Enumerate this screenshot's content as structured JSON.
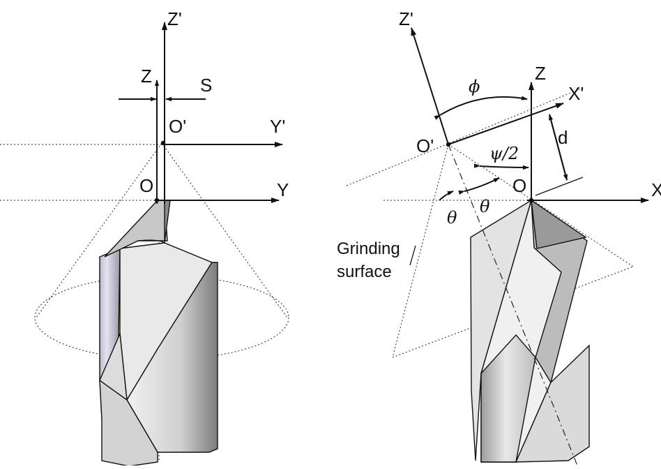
{
  "left_view": {
    "labels": {
      "z_prime": "Z'",
      "z": "Z",
      "s": "S",
      "o_prime": "O'",
      "y_prime": "Y'",
      "o": "O",
      "y": "Y"
    }
  },
  "right_view": {
    "labels": {
      "z_prime": "Z'",
      "phi": "ϕ",
      "z": "Z",
      "x_prime": "X'",
      "o_prime": "O'",
      "psi_half": "ψ/2",
      "d": "d",
      "o": "O",
      "x": "X",
      "theta_1": "θ",
      "theta_2": "θ",
      "grinding_line1": "Grinding",
      "grinding_line2": "surface"
    }
  },
  "colors": {
    "ink": "#111111",
    "drill_light": "#e6e6e6",
    "drill_mid": "#c4c4c4",
    "drill_dark": "#8f8f8f",
    "drill_blue_hint": "#dfe0f2"
  }
}
